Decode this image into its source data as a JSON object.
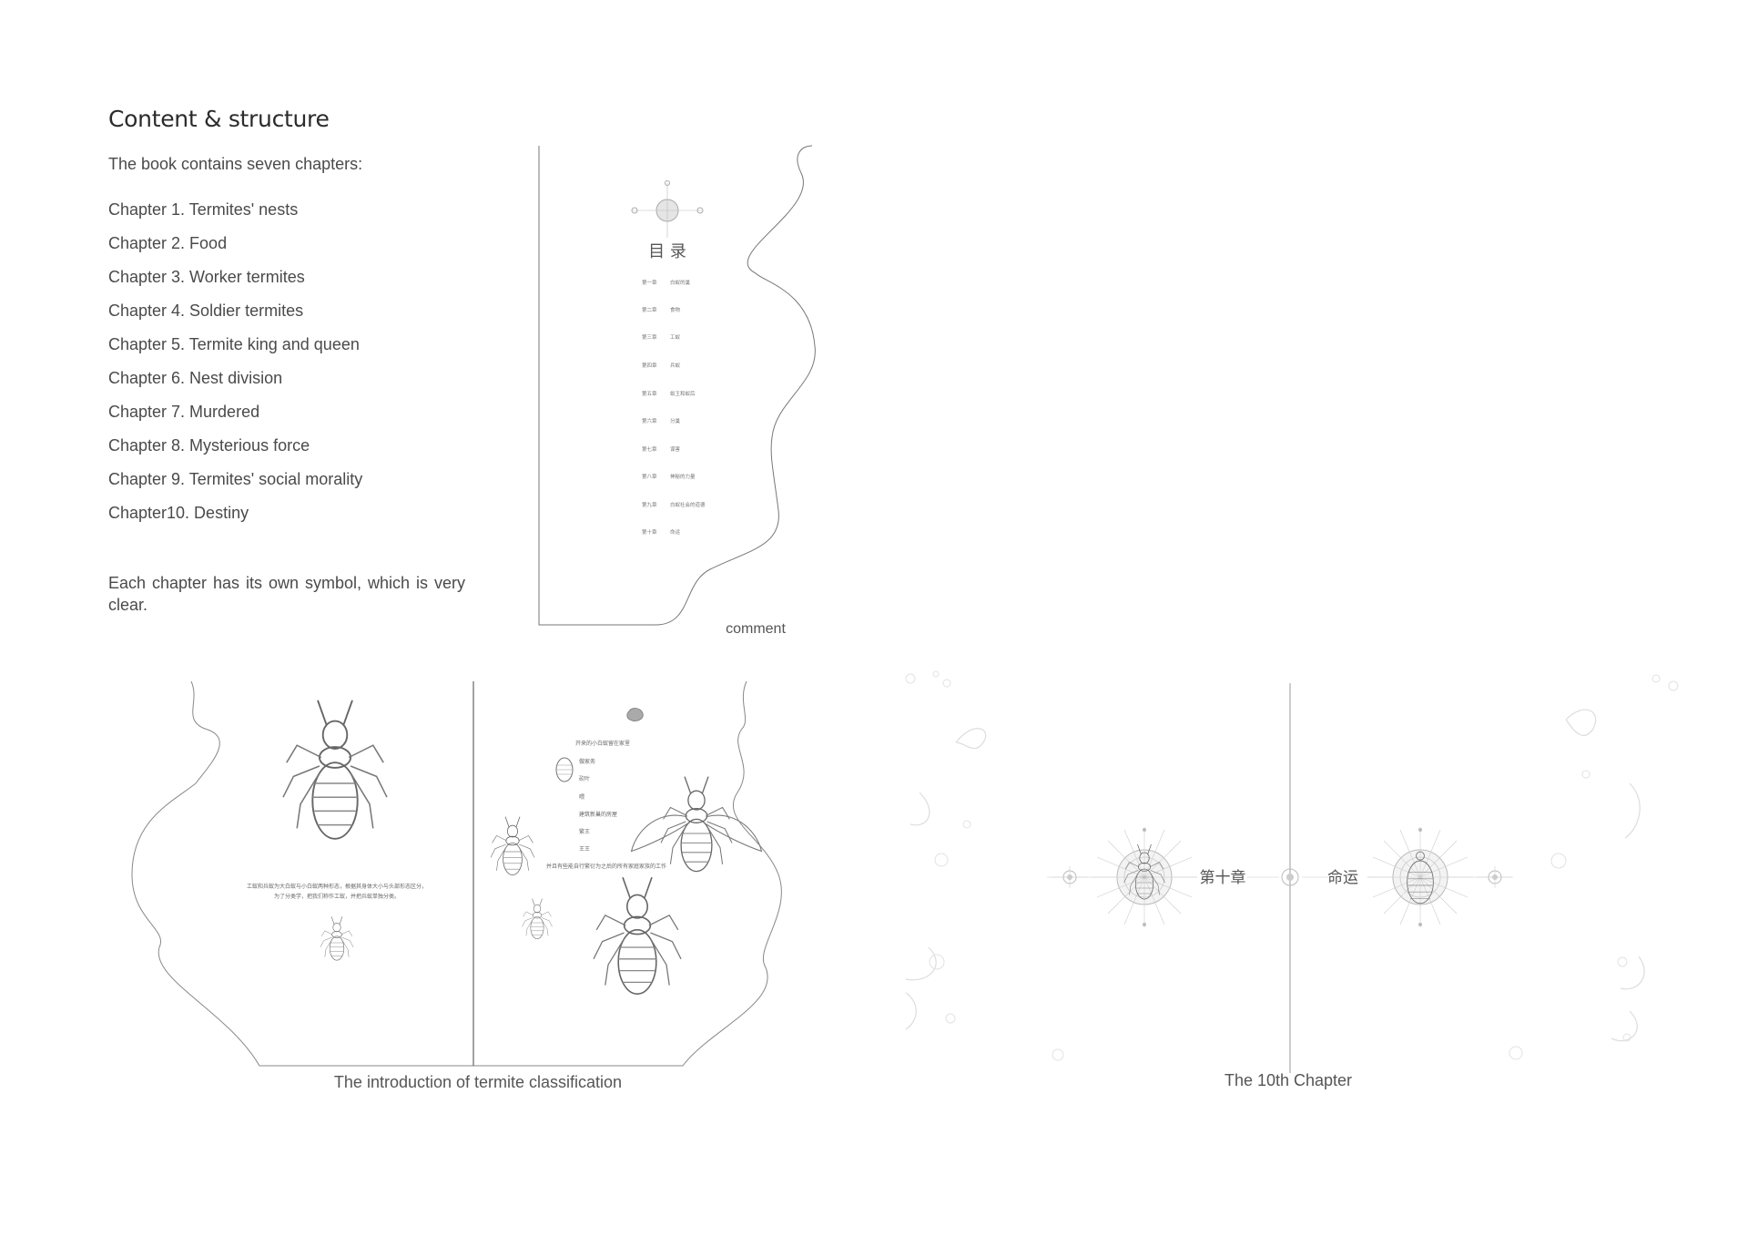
{
  "heading": "Content & structure",
  "intro": "The book contains seven chapters:",
  "chapters": [
    "Chapter 1. Termites' nests",
    "Chapter 2. Food",
    "Chapter 3. Worker termites",
    "Chapter 4. Soldier termites",
    "Chapter 5. Termite king and queen",
    "Chapter 6. Nest division",
    "Chapter 7. Murdered",
    "Chapter 8. Mysterious force",
    "Chapter 9. Termites' social morality",
    "Chapter10. Destiny"
  ],
  "note": "Each chapter has its own symbol, which is very clear.",
  "captions": {
    "comment": "comment",
    "intro_spread": "The introduction of termite classification",
    "chapter_spread": "The 10th Chapter"
  },
  "toc_page": {
    "title": "目 录",
    "rows": [
      {
        "num": "第一章",
        "name": "白蚁的巢"
      },
      {
        "num": "第二章",
        "name": "食物"
      },
      {
        "num": "第三章",
        "name": "工蚁"
      },
      {
        "num": "第四章",
        "name": "兵蚁"
      },
      {
        "num": "第五章",
        "name": "蚁王和蚁后"
      },
      {
        "num": "第六章",
        "name": "分巢"
      },
      {
        "num": "第七章",
        "name": "谋害"
      },
      {
        "num": "第八章",
        "name": "神秘的力量"
      },
      {
        "num": "第九章",
        "name": "白蚁社会的道德"
      },
      {
        "num": "第十章",
        "name": "命运"
      }
    ]
  },
  "intro_spread": {
    "left_text": [
      "工蚁和兵蚁为大白蚁与小白蚁两种形态，根据其身体大小与头部形态区分，",
      "为了分类学，把我们称作工蚁，并把兵蚁单独分类。"
    ],
    "right_text": [
      "开来的小白蚁留在家里",
      "做家务",
      "砍叶",
      "喂",
      "建筑新巢的房屋",
      "繁王",
      "王王",
      "并且有些能自行繁衍为之后的所有家庭家族的工作"
    ]
  },
  "chapter_spread": {
    "chapter_label": "第十章",
    "chapter_title": "命运"
  }
}
